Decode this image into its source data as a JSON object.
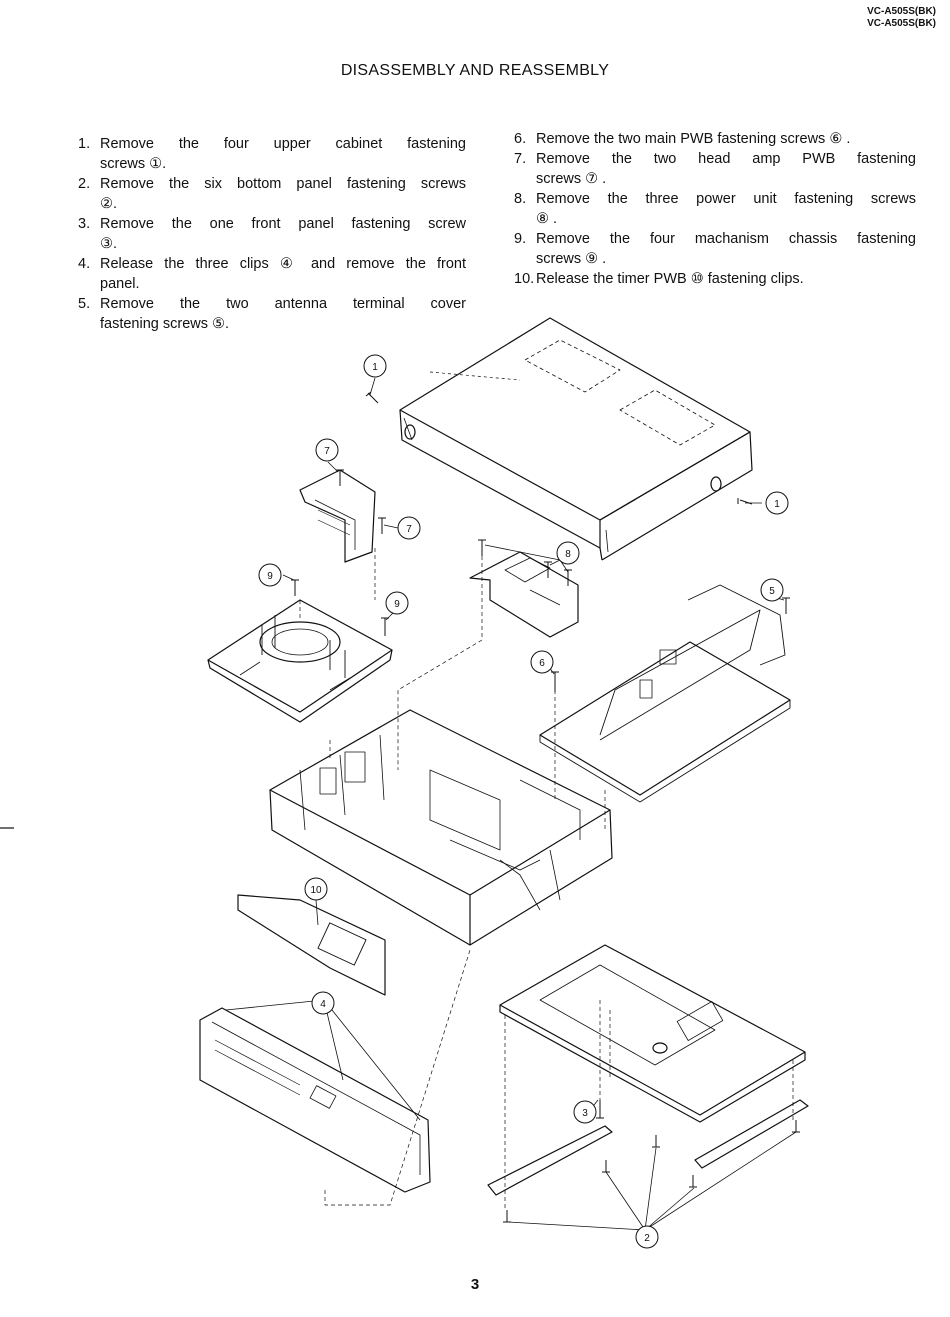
{
  "header": {
    "model_line_1": "VC-A505S(BK)",
    "model_line_2": "VC-A505S(BK)"
  },
  "title": "DISASSEMBLY AND REASSEMBLY",
  "steps_left": [
    {
      "num": "1.",
      "lines": [
        "Remove the four upper cabinet fastening",
        "screws ①."
      ]
    },
    {
      "num": "2.",
      "lines": [
        "Remove the six bottom panel fastening screws",
        "②."
      ]
    },
    {
      "num": "3.",
      "lines": [
        "Remove the one front  panel fastening screw",
        "③."
      ]
    },
    {
      "num": "4.",
      "lines": [
        "Release the three clips ④ and remove the front",
        "panel."
      ]
    },
    {
      "num": "5.",
      "lines": [
        "Remove the two antenna terminal cover",
        "fastening screws ⑤."
      ]
    }
  ],
  "steps_right": [
    {
      "num": "6.",
      "lines": [
        "Remove the two main PWB fastening screws ⑥ ."
      ]
    },
    {
      "num": "7.",
      "lines": [
        "Remove the two head amp PWB fastening",
        "screws ⑦ ."
      ]
    },
    {
      "num": "8.",
      "lines": [
        "Remove the three power unit fastening screws",
        "⑧ ."
      ]
    },
    {
      "num": "9.",
      "lines": [
        "Remove the four machanism chassis fastening",
        "screws ⑨ ."
      ]
    },
    {
      "num": "10.",
      "lines": [
        "Release the timer PWB ⑩ fastening clips."
      ]
    }
  ],
  "callouts": {
    "c1a": "1",
    "c1b": "1",
    "c2": "2",
    "c3": "3",
    "c4": "4",
    "c5": "5",
    "c6": "6",
    "c7a": "7",
    "c7b": "7",
    "c8": "8",
    "c9a": "9",
    "c9b": "9",
    "c10": "10"
  },
  "page_number": "3"
}
